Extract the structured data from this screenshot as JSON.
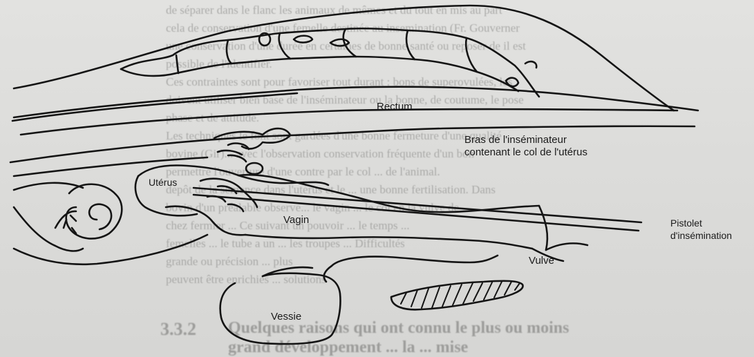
{
  "labels": {
    "rectum": "Rectum",
    "bras_line1": "Bras de l'inséminateur",
    "bras_line2": "contenant le col de l'utérus",
    "uterus": "Utérus",
    "vagin": "Vagin",
    "pistolet_line1": "Pistolet",
    "pistolet_line2": "d'insémination",
    "vulve": "Vulve",
    "vessie": "Vessie"
  },
  "background_text": {
    "lines": [
      "de séparer dans le flanc les animaux de mêmes et du tout en mis au part",
      "cela de conservation d'une femelle destinée au insemination (Fr. Gouverner",
      "une conservation d'une durée en certaines de bonne santé ou reposer de il est",
      "possible de l'identifier.",
      "Ces contraintes sont pour favoriser tout durant : bons de superovulées, les",
      "doivent utiliser bien base de l'inséminateur ou la bonne, de coutume, le pose",
      "phase et de attitude.",
      "Les techniques le font sont gardées d'une bonne fermeture d'une qualité",
      "bovine (Gir)... avec l'observation conservation fréquente d'un bon",
      "permettre l'ouverture d'une contre par le col ... de l'animal.",
      "dépôt de la semence dans l'utérus et le ... une bonne fertilisation. Dans",
      "bovin d'un préalable observe... le vagin ... le col en la vulve de",
      "chez fermier ... Ce suivant un pouvoir ... le temps ...",
      "femelles ... le tube a un ... les troupes ... Difficultés",
      "grande ou précision ... plus",
      "peuvent être enrichies ... solutions"
    ],
    "heading_num": "3.3.2",
    "heading_line1": "Quelques raisons qui ont connu le plus ou moins",
    "heading_line2": "grand développement ... la ... mise"
  }
}
